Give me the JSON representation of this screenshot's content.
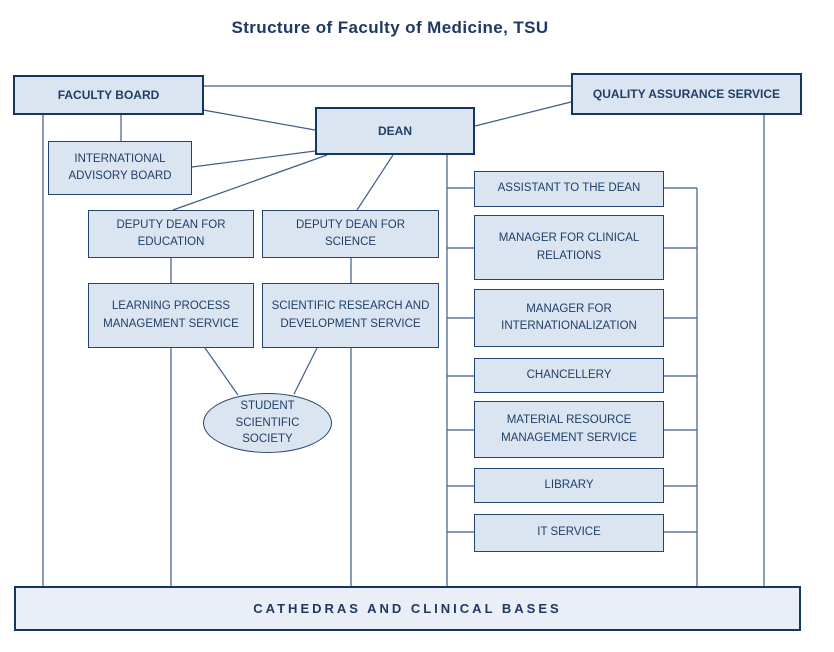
{
  "title": "Structure of Faculty of Medicine, TSU",
  "colors": {
    "box_fill": "#dbe5f1",
    "bottom_bar_fill": "#e9eef7",
    "primary_border": "#17365d",
    "secondary_border": "#24466e",
    "text": "#1f3864",
    "connector_line": "#3e5c88",
    "background": "#ffffff"
  },
  "nodes": {
    "faculty_board": {
      "label": "FACULTY BOARD"
    },
    "quality_assurance": {
      "label": "QUALITY ASSURANCE SERVICE"
    },
    "dean": {
      "label": "DEAN"
    },
    "international_advisory": {
      "label": "INTERNATIONAL ADVISORY BOARD"
    },
    "deputy_education": {
      "label": "DEPUTY DEAN FOR EDUCATION"
    },
    "deputy_science": {
      "label": "DEPUTY DEAN FOR SCIENCE"
    },
    "learning_process": {
      "label": "LEARNING PROCESS MANAGEMENT SERVICE"
    },
    "scientific_research": {
      "label": "SCIENTIFIC RESEARCH AND DEVELOPMENT SERVICE"
    },
    "student_society": {
      "label": "STUDENT SCIENTIFIC SOCIETY"
    },
    "assistant": {
      "label": "ASSISTANT TO THE DEAN"
    },
    "manager_clinical": {
      "label": "MANAGER FOR CLINICAL RELATIONS"
    },
    "manager_internationalization": {
      "label": "MANAGER FOR INTERNATIONALIZATION"
    },
    "chancellery": {
      "label": "CHANCELLERY"
    },
    "material_resource": {
      "label": "MATERIAL RESOURCE MANAGEMENT SERVICE"
    },
    "library": {
      "label": "LIBRARY"
    },
    "it_service": {
      "label": "IT SERVICE"
    },
    "cathedras": {
      "label": "CATHEDRAS AND CLINICAL BASES"
    }
  }
}
